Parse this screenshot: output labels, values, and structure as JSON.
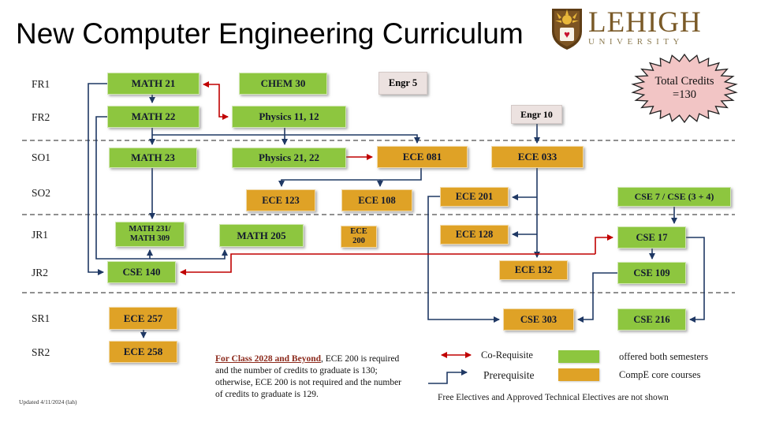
{
  "title": "New Computer Engineering Curriculum",
  "logo": {
    "wordmark": "LEHIGH",
    "subtext": "UNIVERSITY"
  },
  "badge": {
    "line1": "Total Credits",
    "line2": "=130"
  },
  "rows": [
    {
      "label": "FR1"
    },
    {
      "label": "FR2"
    },
    {
      "label": "SO1"
    },
    {
      "label": "SO2"
    },
    {
      "label": "JR1"
    },
    {
      "label": "JR2"
    },
    {
      "label": "SR1"
    },
    {
      "label": "SR2"
    }
  ],
  "courses": {
    "math21": {
      "label": "MATH 21",
      "type": "offered-both-semesters"
    },
    "chem30": {
      "label": "CHEM 30",
      "type": "offered-both-semesters"
    },
    "math22": {
      "label": "MATH 22",
      "type": "offered-both-semesters"
    },
    "phys1112": {
      "label": "Physics 11, 12",
      "type": "offered-both-semesters"
    },
    "math23": {
      "label": "MATH 23",
      "type": "offered-both-semesters"
    },
    "phys2122": {
      "label": "Physics 21, 22",
      "type": "offered-both-semesters"
    },
    "math231_309": {
      "lines": [
        "MATH 231/",
        "MATH 309"
      ],
      "type": "offered-both-semesters"
    },
    "math205": {
      "label": "MATH 205",
      "type": "offered-both-semesters"
    },
    "cse140": {
      "label": "CSE 140",
      "type": "offered-both-semesters"
    },
    "cse7": {
      "label": "CSE 7 / CSE (3 + 4)",
      "type": "offered-both-semesters"
    },
    "cse17": {
      "label": "CSE 17",
      "type": "offered-both-semesters"
    },
    "cse109": {
      "label": "CSE 109",
      "type": "offered-both-semesters"
    },
    "cse216": {
      "label": "CSE 216",
      "type": "offered-both-semesters"
    },
    "ece081": {
      "label": "ECE 081",
      "type": "compe-core"
    },
    "ece033": {
      "label": "ECE 033",
      "type": "compe-core"
    },
    "ece123": {
      "label": "ECE 123",
      "type": "compe-core"
    },
    "ece108": {
      "label": "ECE 108",
      "type": "compe-core"
    },
    "ece201": {
      "label": "ECE 201",
      "type": "compe-core"
    },
    "ece128": {
      "label": "ECE 128",
      "type": "compe-core"
    },
    "ece200": {
      "lines": [
        "ECE",
        "200"
      ],
      "type": "compe-core"
    },
    "ece132": {
      "label": "ECE 132",
      "type": "compe-core"
    },
    "cse303": {
      "label": "CSE 303",
      "type": "compe-core"
    },
    "ece257": {
      "label": "ECE 257",
      "type": "compe-core"
    },
    "ece258": {
      "label": "ECE 258",
      "type": "compe-core"
    },
    "engr5": {
      "label": "Engr 5",
      "type": "other"
    },
    "engr10": {
      "label": "Engr 10",
      "type": "other"
    }
  },
  "legend": {
    "coreq_label": "Co-Requisite",
    "prereq_label": "Prerequisite",
    "green_label": "offered both semesters",
    "orange_label": "CompE core courses"
  },
  "note": {
    "highlight": "For Class 2028 and Beyond",
    "body": ", ECE 200 is required and the number of credits to graduate is 130; otherwise, ECE 200 is not required and the number of credits to graduate is 129."
  },
  "footnote": "Free Electives and Approved Technical Electives are not shown",
  "updated": "Updated 4/11/2024 (lah)",
  "colors": {
    "green": "#8dc63f",
    "orange": "#dfa226",
    "engr": "#ece2e0",
    "prerequisite_arrow": "#1f3864",
    "corequisite_arrow": "#c00000",
    "badge_fill": "#f2c5c5"
  }
}
